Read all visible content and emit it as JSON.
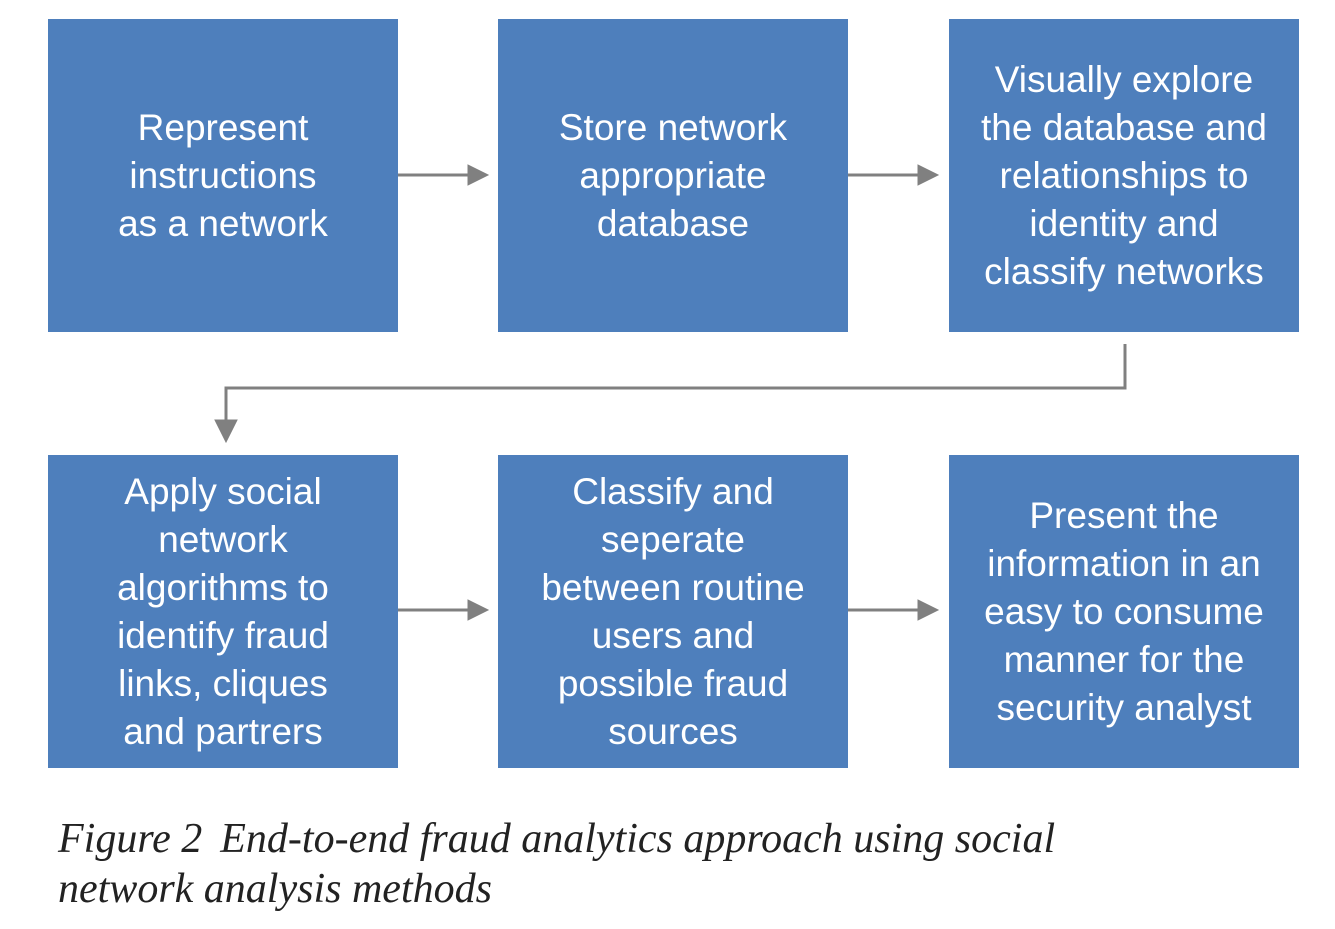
{
  "diagram": {
    "box_color": "#4e7fbc",
    "text_color": "#ffffff",
    "arrow_color": "#808080",
    "steps": [
      {
        "id": "represent",
        "text": "Represent\ninstructions\nas a network"
      },
      {
        "id": "store",
        "text": "Store network\nappropriate\ndatabase"
      },
      {
        "id": "explore",
        "text": "Visually explore\nthe database and\nrelationships to\nidentity and\nclassify networks"
      },
      {
        "id": "apply",
        "text": "Apply social\nnetwork\nalgorithms to\nidentify fraud\nlinks, cliques\nand partrers"
      },
      {
        "id": "classify",
        "text": "Classify and\nseperate\nbetween routine\nusers and\npossible fraud\nsources"
      },
      {
        "id": "present",
        "text": "Present the\ninformation in an\neasy to consume\nmanner for the\nsecurity analyst"
      }
    ],
    "connections": [
      {
        "from": "represent",
        "to": "store"
      },
      {
        "from": "store",
        "to": "explore"
      },
      {
        "from": "explore",
        "to": "apply"
      },
      {
        "from": "apply",
        "to": "classify"
      },
      {
        "from": "classify",
        "to": "present"
      }
    ]
  },
  "caption": {
    "number": "Figure 2",
    "line1": "End-to-end fraud analytics approach using social",
    "line2": "network analysis methods"
  }
}
